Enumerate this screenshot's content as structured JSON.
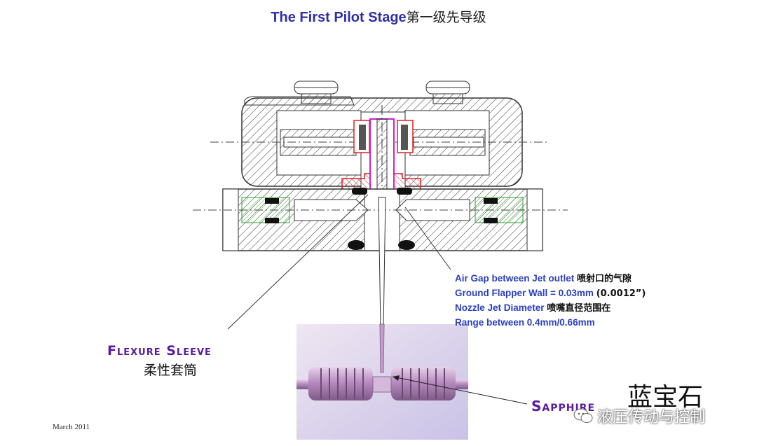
{
  "title": {
    "en": "The First Pilot Stage",
    "zh": "第一级先导级"
  },
  "annotation": {
    "line1_en": "Air Gap between Jet outlet ",
    "line1_zh": "喷射口的气隙",
    "line2_en": "Ground Flapper Wall = 0.03mm ",
    "line2_val": "(0.0012”)",
    "line3_en": "Nozzle Jet Diameter ",
    "line3_zh": "喷嘴直径范围在",
    "line4_en": "Range between 0.4mm/0.66mm"
  },
  "labels": {
    "flexure_sleeve_en": "Flexure Sleeve",
    "flexure_sleeve_zh": "柔性套筒",
    "sapphire_en": "Sapphire",
    "sapphire_zh": "蓝宝石"
  },
  "footer": {
    "date": "March 2011"
  },
  "watermark": {
    "text": "液压传动与控制",
    "icon": "wechat-icon"
  },
  "colors": {
    "title_blue": "#2f2fa8",
    "label_purple": "#5a1aa0",
    "note_blue": "#2a3fbf",
    "nozzle_red": "#e02020",
    "flapper_magenta": "#d020d0",
    "seal_green": "#2aa02a"
  }
}
